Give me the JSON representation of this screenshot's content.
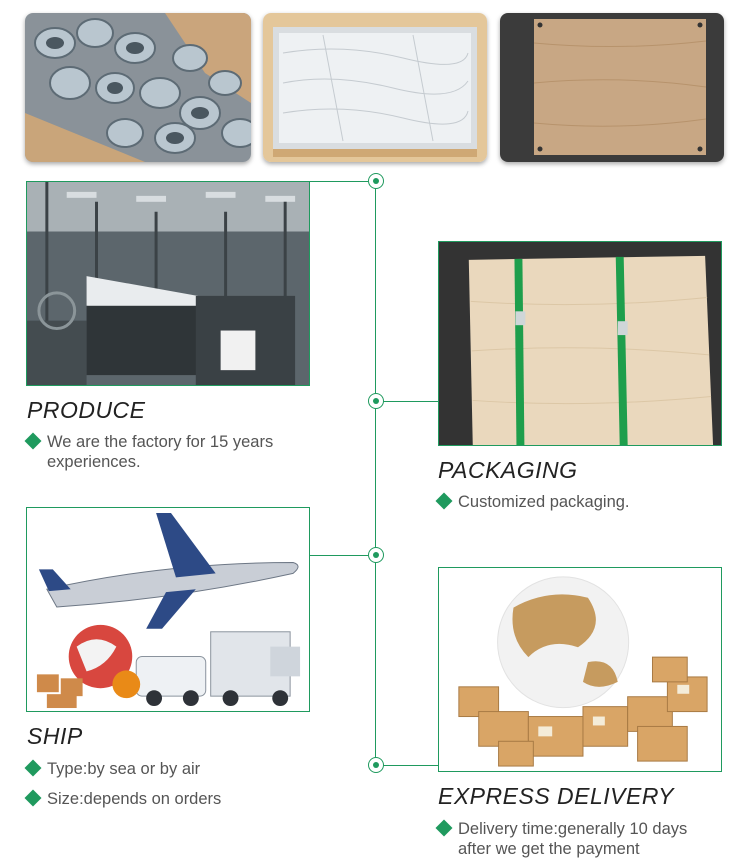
{
  "sections": {
    "produce": {
      "title": "PRODUCE",
      "line1": "We are the factory for 15 years",
      "line2": "experiences."
    },
    "packaging": {
      "title": "PACKAGING",
      "line1": "Customized packaging."
    },
    "ship": {
      "title": "SHIP",
      "type_line": "Type:by sea or by air",
      "size_line": "Size:depends on orders"
    },
    "express": {
      "title": "EXPRESS DELIVERY",
      "line1": "Delivery time:generally 10 days",
      "line2": "after we get the payment"
    }
  },
  "colors": {
    "accent": "#1f9a5e",
    "heading": "#222222",
    "body": "#555555"
  }
}
